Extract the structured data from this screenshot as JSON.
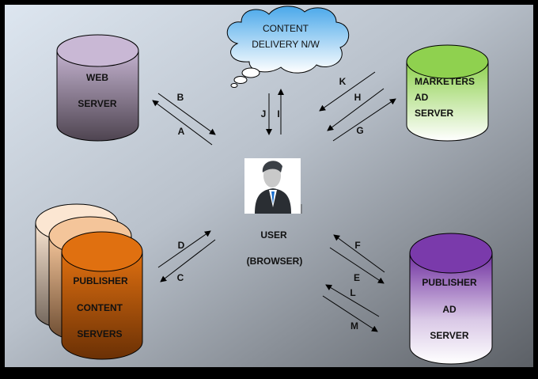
{
  "nodes": {
    "web_server": {
      "lines": [
        "WEB",
        "SERVER"
      ],
      "color": "#b7a6c4"
    },
    "cdn": {
      "lines": [
        "CONTENT",
        "DELIVERY N/W"
      ],
      "color": "#5fb3ec"
    },
    "marketers_ad_server": {
      "lines": [
        "MARKETERS",
        "AD",
        "SERVER"
      ],
      "color": "#8fd14f"
    },
    "user": {
      "lines": [
        "USER",
        "(BROWSER)"
      ]
    },
    "publisher_content_servers": {
      "lines": [
        "PUBLISHER",
        "CONTENT",
        "SERVERS"
      ],
      "color": "#e07010"
    },
    "publisher_ad_server": {
      "lines": [
        "PUBLISHER",
        "AD",
        "SERVER"
      ],
      "color": "#7030a0"
    }
  },
  "arrows": {
    "A": "A",
    "B": "B",
    "C": "C",
    "D": "D",
    "E": "E",
    "F": "F",
    "G": "G",
    "H": "H",
    "I": "I",
    "J": "J",
    "K": "K",
    "L": "L",
    "M": "M"
  }
}
